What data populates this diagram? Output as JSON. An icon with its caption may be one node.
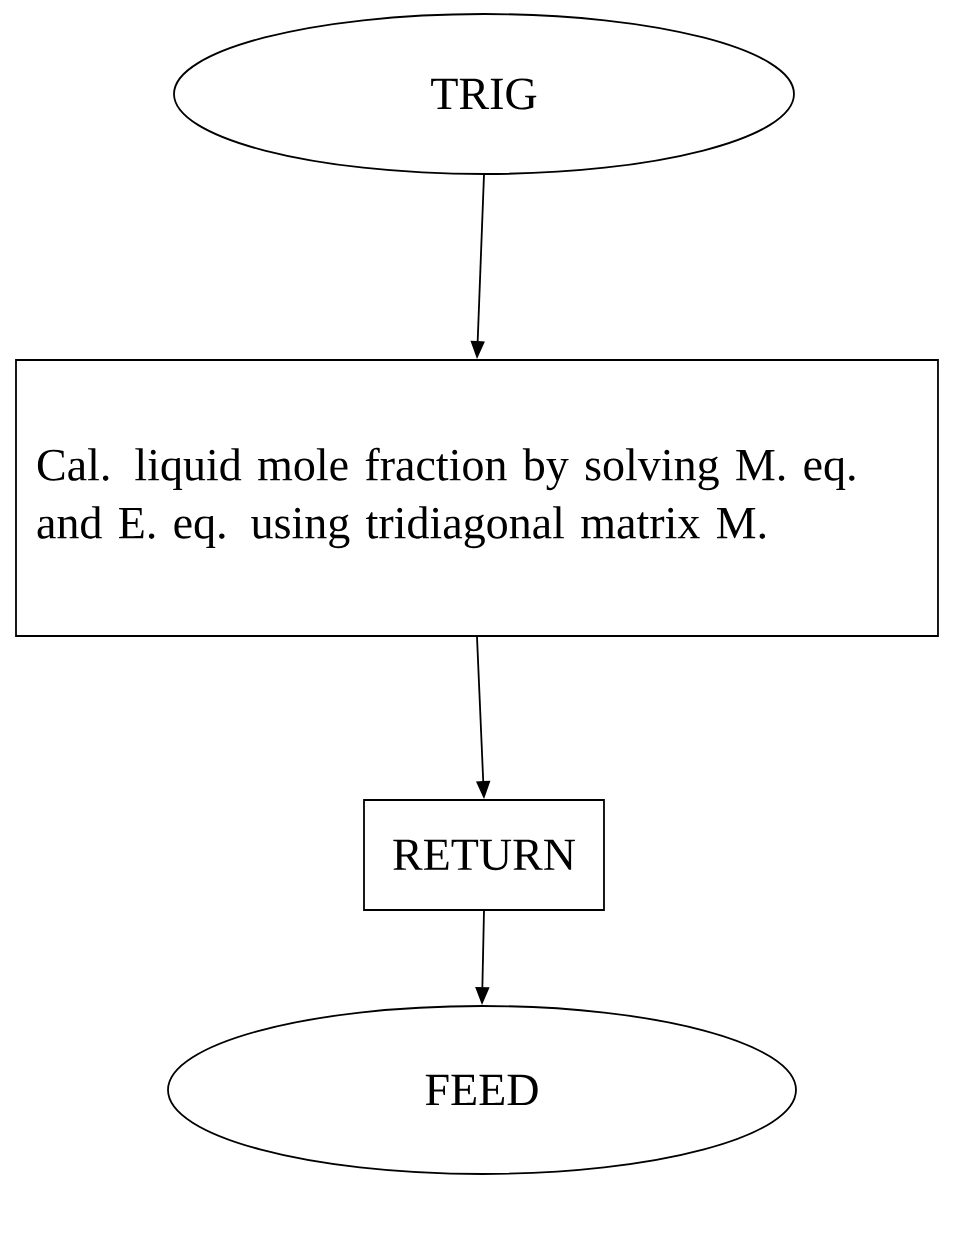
{
  "diagram": {
    "nodes": [
      {
        "text": [
          "TRIG"
        ]
      },
      {
        "text": [
          "Cal. liquid mole fraction by solving M. eq. and E. eq. using tridiagonal matrix M."
        ]
      },
      {
        "text": [
          "RETURN"
        ]
      },
      {
        "text": [
          "FEED"
        ]
      }
    ],
    "edges": [
      {
        "from": 0,
        "to": 1,
        "arrow": "to"
      },
      {
        "from": 1,
        "to": 2,
        "arrow": "to"
      },
      {
        "from": 2,
        "to": 3,
        "arrow": "to"
      }
    ]
  }
}
